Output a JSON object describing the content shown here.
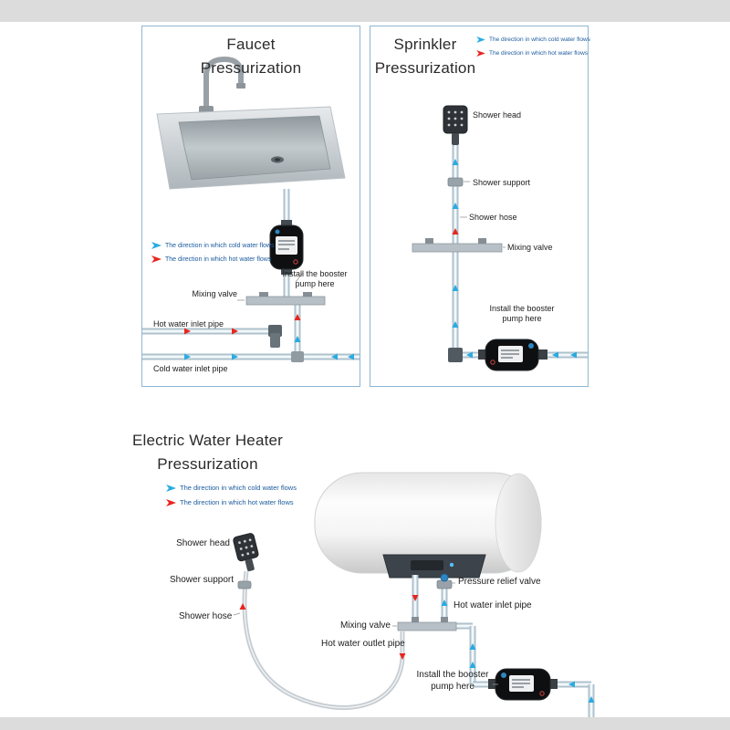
{
  "legend": {
    "cold_text": "The direction in which cold water flows",
    "hot_text": "The direction in which hot water flows"
  },
  "colors": {
    "cold": "#29abe2",
    "hot": "#e8251f"
  },
  "install_note": {
    "line1": "Install the booster",
    "line2": "pump here"
  },
  "panels": {
    "faucet": {
      "title1": "Faucet",
      "title2": "Pressurization",
      "mixing_valve_label": "Mixing valve",
      "hot_inlet_label": "Hot water inlet pipe",
      "cold_inlet_label": "Cold water inlet pipe"
    },
    "sprinkler": {
      "title1": "Sprinkler",
      "title2": "Pressurization",
      "shower_head_label": "Shower head",
      "shower_support_label": "Shower support",
      "shower_hose_label": "Shower hose",
      "mixing_valve_label": "Mixing valve"
    },
    "heater": {
      "title1": "Electric Water Heater",
      "title2": "Pressurization",
      "shower_head_label": "Shower head",
      "shower_support_label": "Shower support",
      "shower_hose_label": "Shower hose",
      "pressure_relief_label": "Pressure relief valve",
      "hot_inlet_label": "Hot water inlet pipe",
      "mixing_valve_label": "Mixing valve",
      "hot_outlet_label": "Hot water outlet pipe"
    }
  }
}
